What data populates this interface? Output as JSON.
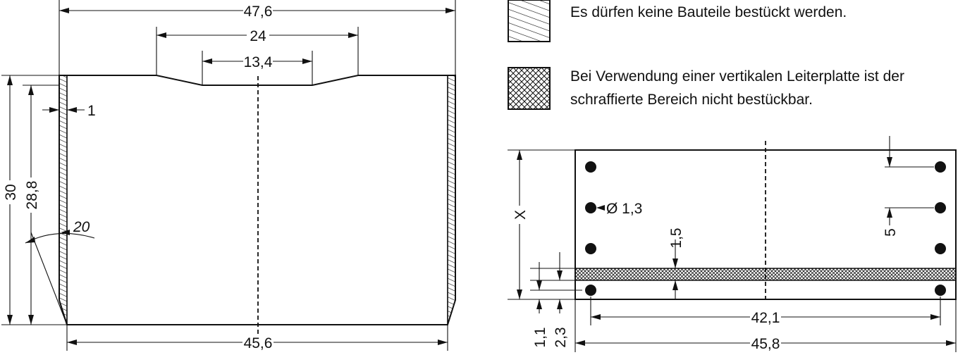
{
  "left_view": {
    "dims": {
      "overall_width": "47,6",
      "notch_top_width": "24",
      "notch_bottom_width": "13,4",
      "wall_thickness": "1",
      "overall_height": "30",
      "inner_height": "28,8",
      "draft_angle": "20",
      "base_width": "45,6"
    }
  },
  "legend": {
    "no_components": "Es dürfen keine Bauteile bestückt werden.",
    "vertical_pcb_line1": "Bei Verwendung einer vertikalen Leiterplatte ist der",
    "vertical_pcb_line2": "schraffierte Bereich nicht bestückbar."
  },
  "right_view": {
    "dims": {
      "height_x": "X",
      "hole_diameter": "Ø 1,3",
      "strip_height": "1,5",
      "pin_pitch": "5",
      "pin_span": "42,1",
      "total_width": "45,8",
      "offset_a": "1,1",
      "offset_b": "2,3"
    }
  }
}
